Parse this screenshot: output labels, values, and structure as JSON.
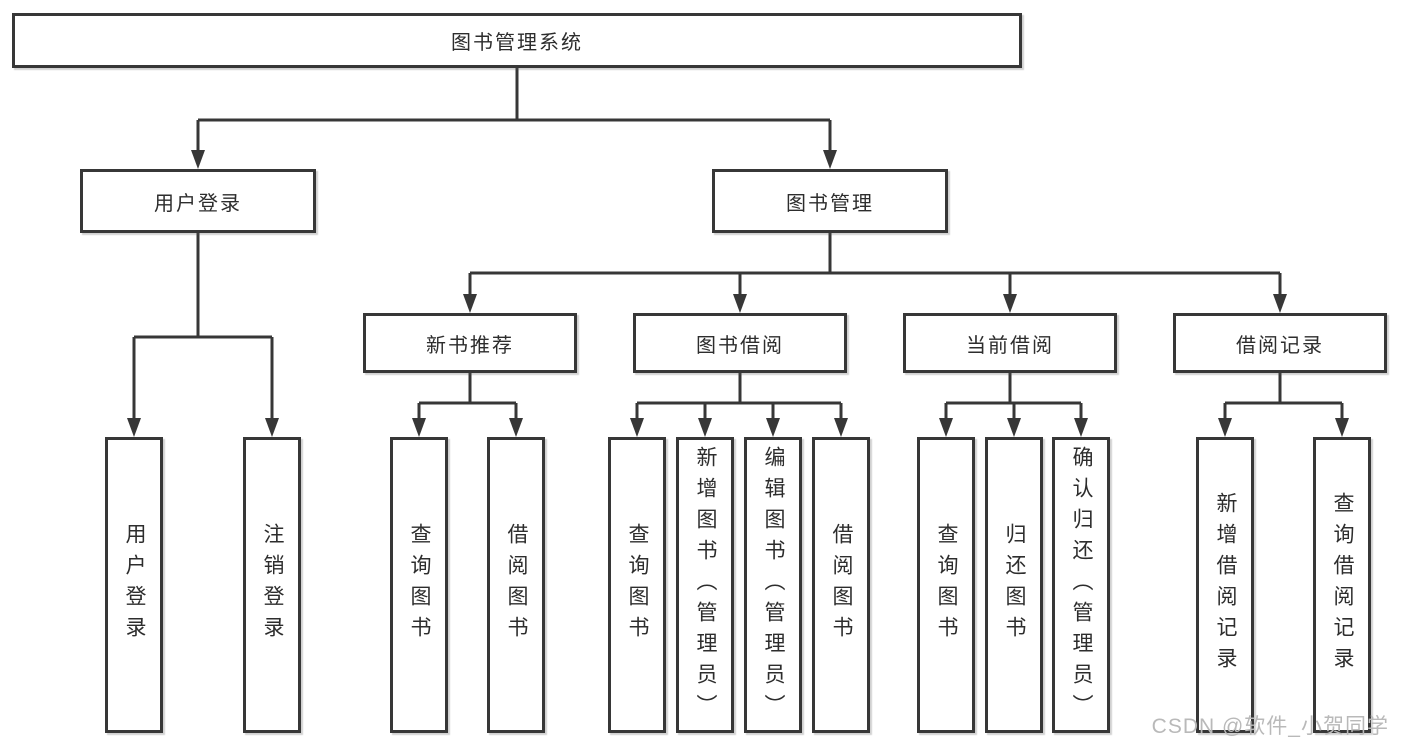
{
  "watermark": "CSDN @软件_小贺同学",
  "colors": {
    "background": "#ffffff",
    "box_border": "#373737",
    "connector_line": "#373737",
    "text": "#2d2d2d",
    "watermark_text": "#b9b9b9"
  },
  "diagram_type": "tree",
  "tree": {
    "root": {
      "label": "图书管理系统",
      "children": [
        {
          "label": "用户登录",
          "children": [
            {
              "label": "用户登录"
            },
            {
              "label": "注销登录"
            }
          ]
        },
        {
          "label": "图书管理",
          "children": [
            {
              "label": "新书推荐",
              "children": [
                {
                  "label": "查询图书"
                },
                {
                  "label": "借阅图书"
                }
              ]
            },
            {
              "label": "图书借阅",
              "children": [
                {
                  "label": "查询图书"
                },
                {
                  "label": "新增图书（管理员）"
                },
                {
                  "label": "编辑图书（管理员）"
                },
                {
                  "label": "借阅图书"
                }
              ]
            },
            {
              "label": "当前借阅",
              "children": [
                {
                  "label": "查询图书"
                },
                {
                  "label": "归还图书"
                },
                {
                  "label": "确认归还（管理员）"
                }
              ]
            },
            {
              "label": "借阅记录",
              "children": [
                {
                  "label": "新增借阅记录"
                },
                {
                  "label": "查询借阅记录"
                }
              ]
            }
          ]
        }
      ]
    }
  }
}
